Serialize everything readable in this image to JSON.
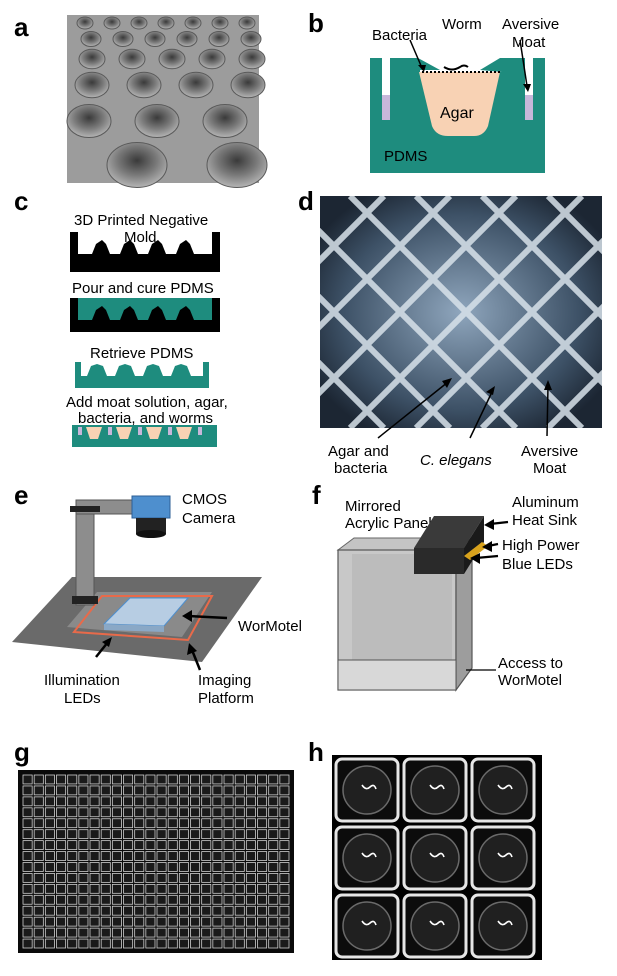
{
  "panels": {
    "a": {
      "label": "a"
    },
    "b": {
      "label": "b",
      "bacteria": "Bacteria",
      "worm": "Worm",
      "aversive": "Aversive",
      "moat": "Moat",
      "agar": "Agar",
      "pdms": "PDMS"
    },
    "c": {
      "label": "c",
      "step1_line1": "3D Printed Negative",
      "step1_line2": "Mold",
      "step2": "Pour and cure PDMS",
      "step3": "Retrieve PDMS",
      "step4_line1": "Add moat solution, agar,",
      "step4_line2": "bacteria, and worms"
    },
    "d": {
      "label": "d",
      "agar_line1": "Agar and",
      "agar_line2": "bacteria",
      "celegans": "C. elegans",
      "aversive": "Aversive",
      "moat": "Moat"
    },
    "e": {
      "label": "e",
      "cmos": "CMOS",
      "camera": "Camera",
      "wormotel": "WorMotel",
      "illum_line1": "Illumination",
      "illum_line2": "LEDs",
      "imaging_line1": "Imaging",
      "imaging_line2": "Platform"
    },
    "f": {
      "label": "f",
      "mirrored": "Mirrored",
      "acrylic": "Acrylic Panels",
      "aluminum": "Aluminum",
      "heatsink": "Heat Sink",
      "highpower": "High Power",
      "blueleds": "Blue LEDs",
      "access": "Access to",
      "wormotel": "WorMotel"
    },
    "g": {
      "label": "g"
    },
    "h": {
      "label": "h"
    }
  },
  "colors": {
    "pdms_teal": "#1e8c7e",
    "agar_peach": "#f8d2b4",
    "moat_lavender": "#c7b7da",
    "camera_blue": "#4e8fce",
    "led_red": "#e86a4a",
    "led_gold": "#d8a21c",
    "platform_gray": "#6a6a6a"
  }
}
